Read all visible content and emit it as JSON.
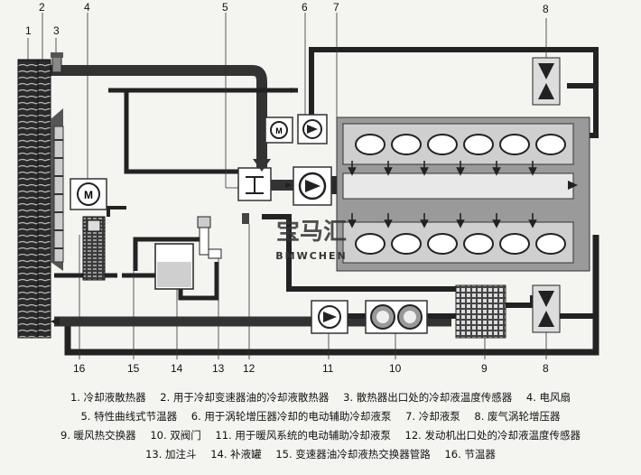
{
  "numbers": [
    "1",
    "2",
    "3",
    "4",
    "5",
    "6",
    "7",
    "8",
    "8",
    "9",
    "10",
    "11",
    "12",
    "13",
    "14",
    "15",
    "16"
  ],
  "watermark": {
    "main": "宝马汇",
    "sub": "BMWCHEN"
  },
  "legend_rows": [
    [
      "1. 冷却液散热器",
      "2. 用于冷却变速器油的冷却液散热器",
      "3. 散热器出口处的冷却液温度传感器",
      "4. 电风扇"
    ],
    [
      "5. 特性曲线式节温器",
      "6. 用于涡轮增压器冷却的电动辅助冷却液泵",
      "7. 冷却液泵",
      "8. 废气涡轮增压器"
    ],
    [
      "9. 暖风热交换器",
      "10. 双阀门",
      "11. 用于暖风系统的电动辅助冷却液泵",
      "12. 发动机出口处的冷却液温度传感器"
    ],
    [
      "13. 加注斗",
      "14. 补液罐",
      "15. 变速器油冷却液热交换器管路",
      "16. 节温器"
    ]
  ]
}
